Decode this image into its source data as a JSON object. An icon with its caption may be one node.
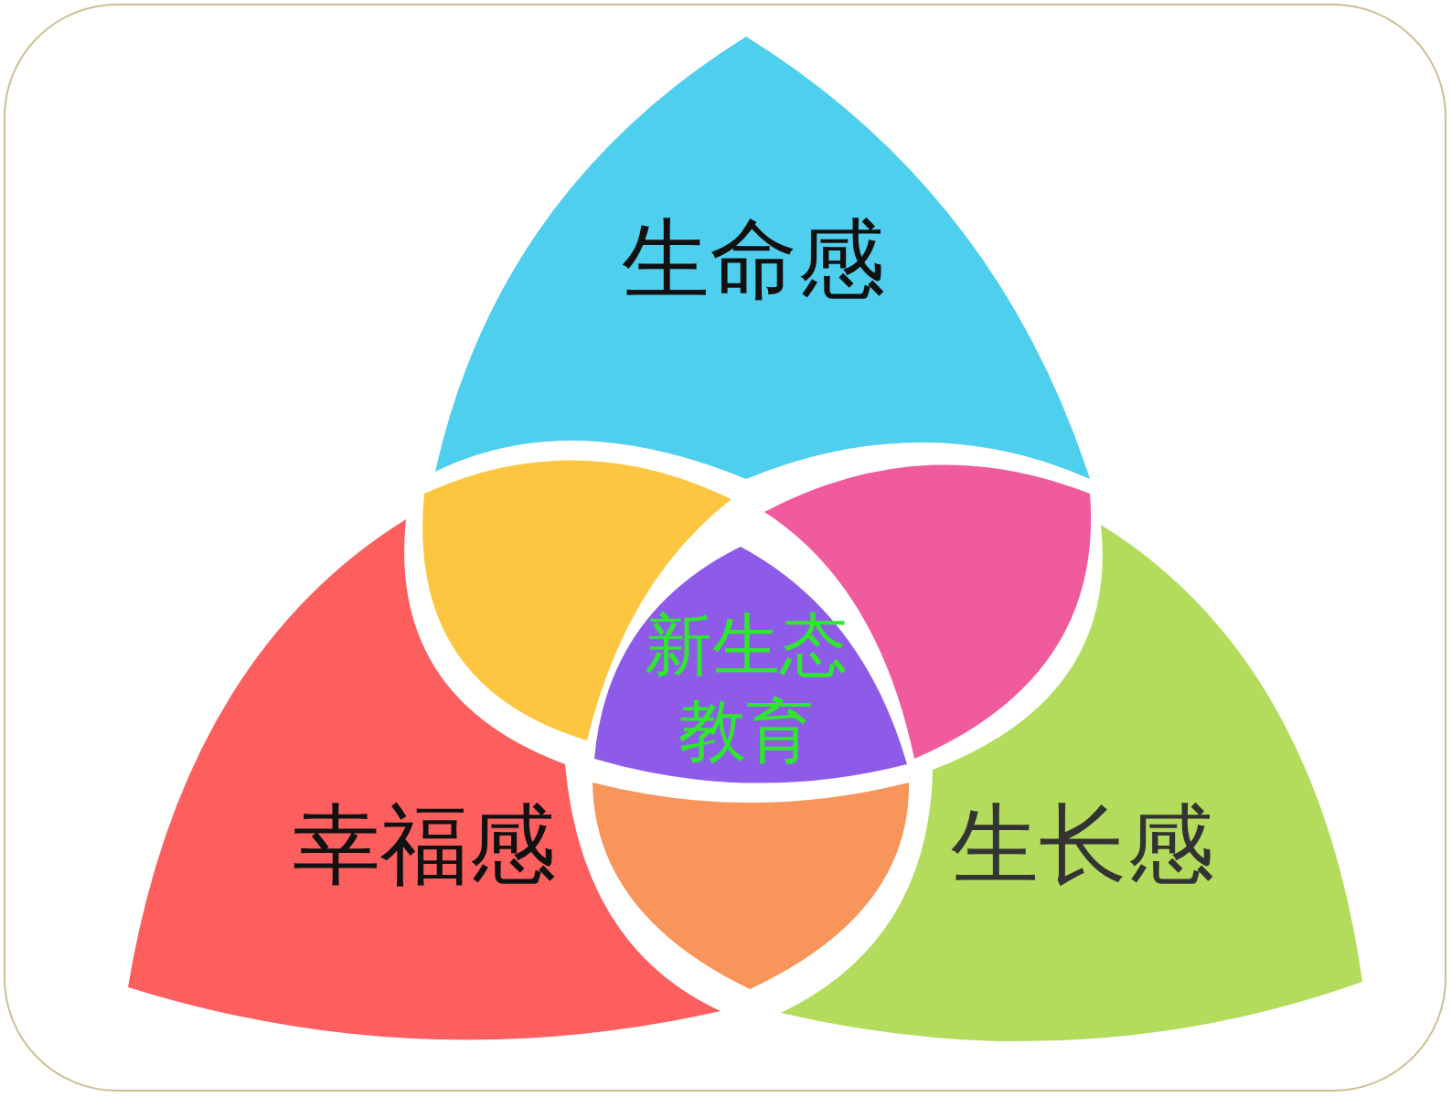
{
  "diagram": {
    "nodes": [
      {
        "text": [
          "生命感"
        ]
      },
      {
        "text": [],
        "shape": "lens"
      },
      {
        "text": [],
        "shape": "lens"
      },
      {
        "text": [
          "新生态教育"
        ]
      },
      {
        "text": [
          "幸福感"
        ]
      },
      {
        "text": [],
        "shape": "lens"
      },
      {
        "text": [
          "生长感"
        ]
      }
    ]
  }
}
